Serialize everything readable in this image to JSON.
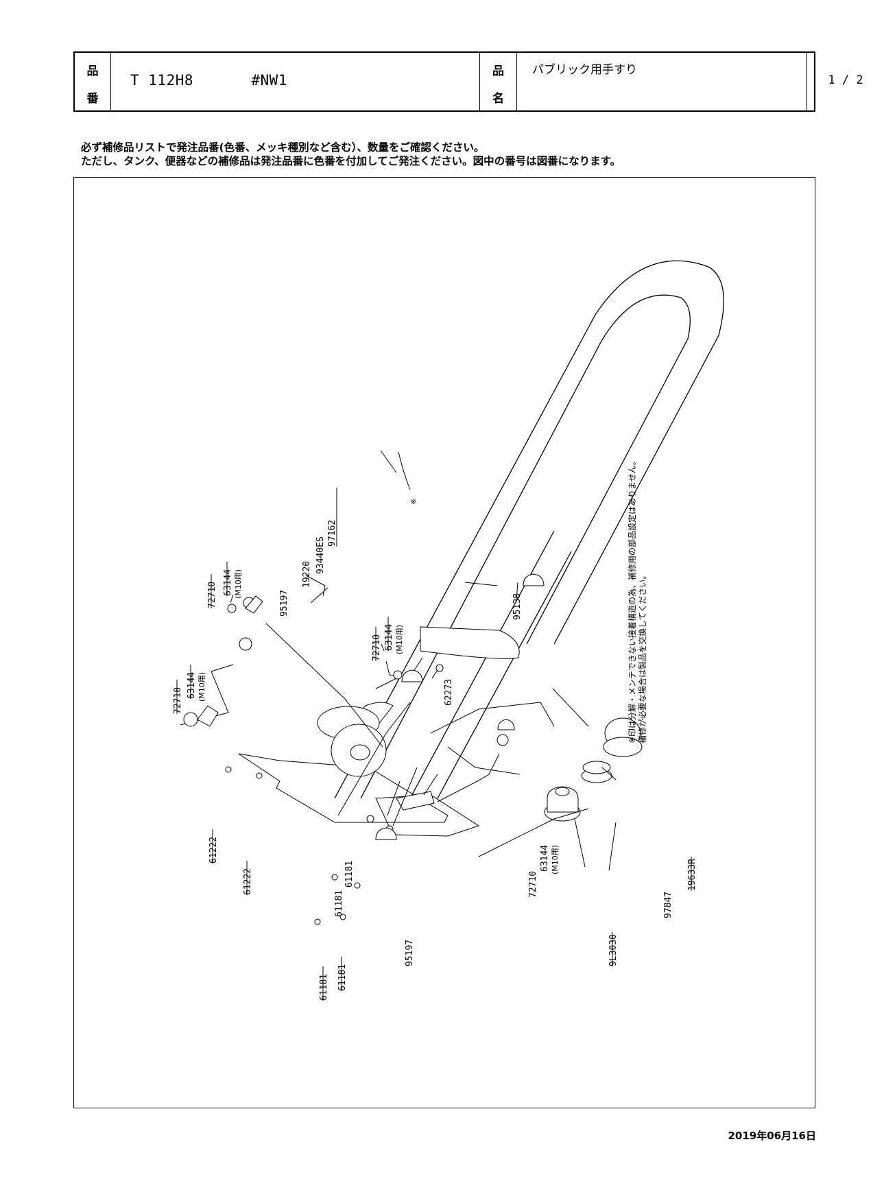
{
  "header": {
    "hin_top": "品",
    "hin_bottom": "番",
    "part_number": "T 112H8",
    "color_code": "#NW1",
    "mei_top": "品",
    "mei_bottom": "名",
    "product_name": "パブリック用手すり",
    "page": "1 / 2"
  },
  "notes": {
    "line1": "必ず補修品リストで発注品番(色番、メッキ種別など含む）、数量をご確認ください。",
    "line2": "ただし、タンク、便器などの補修品は発注品番に色番を付加してご発注ください。図中の番号は図番になります。"
  },
  "diagram": {
    "star_mark": "※",
    "vertical_note_1": "※印は分解・メンテできない接着構造の為、補修用の部品設定はありません。",
    "vertical_note_2": "補修が必要な場合は製品を交換してください。",
    "labels": {
      "p97162": "97162",
      "p93440ES": "93440ES",
      "p19220": "19220",
      "p63144_a": "63144",
      "p63144_a_sub": "(M10用)",
      "p72710_a": "72710",
      "p95197_a": "95197",
      "p72710_b": "72710",
      "p63144_b": "63144",
      "p63144_b_sub": "(M10用)",
      "p72710_c": "72710",
      "p63144_c": "63144",
      "p63144_c_sub": "(M10用)",
      "p62273": "62273",
      "p95138": "95138",
      "p61222_a": "61222",
      "p61222_b": "61222",
      "p61181_a": "61181",
      "p61181_b": "61181",
      "p95197_b": "95197",
      "p61181_c": "61181",
      "p61181_d": "61181",
      "p72710_d": "72710",
      "p63144_d": "63144",
      "p63144_d_sub": "(M10用)",
      "p97847": "97847",
      "p19633R": "19633R",
      "p9L3030": "9L3030"
    }
  },
  "date": "2019年06月16日"
}
